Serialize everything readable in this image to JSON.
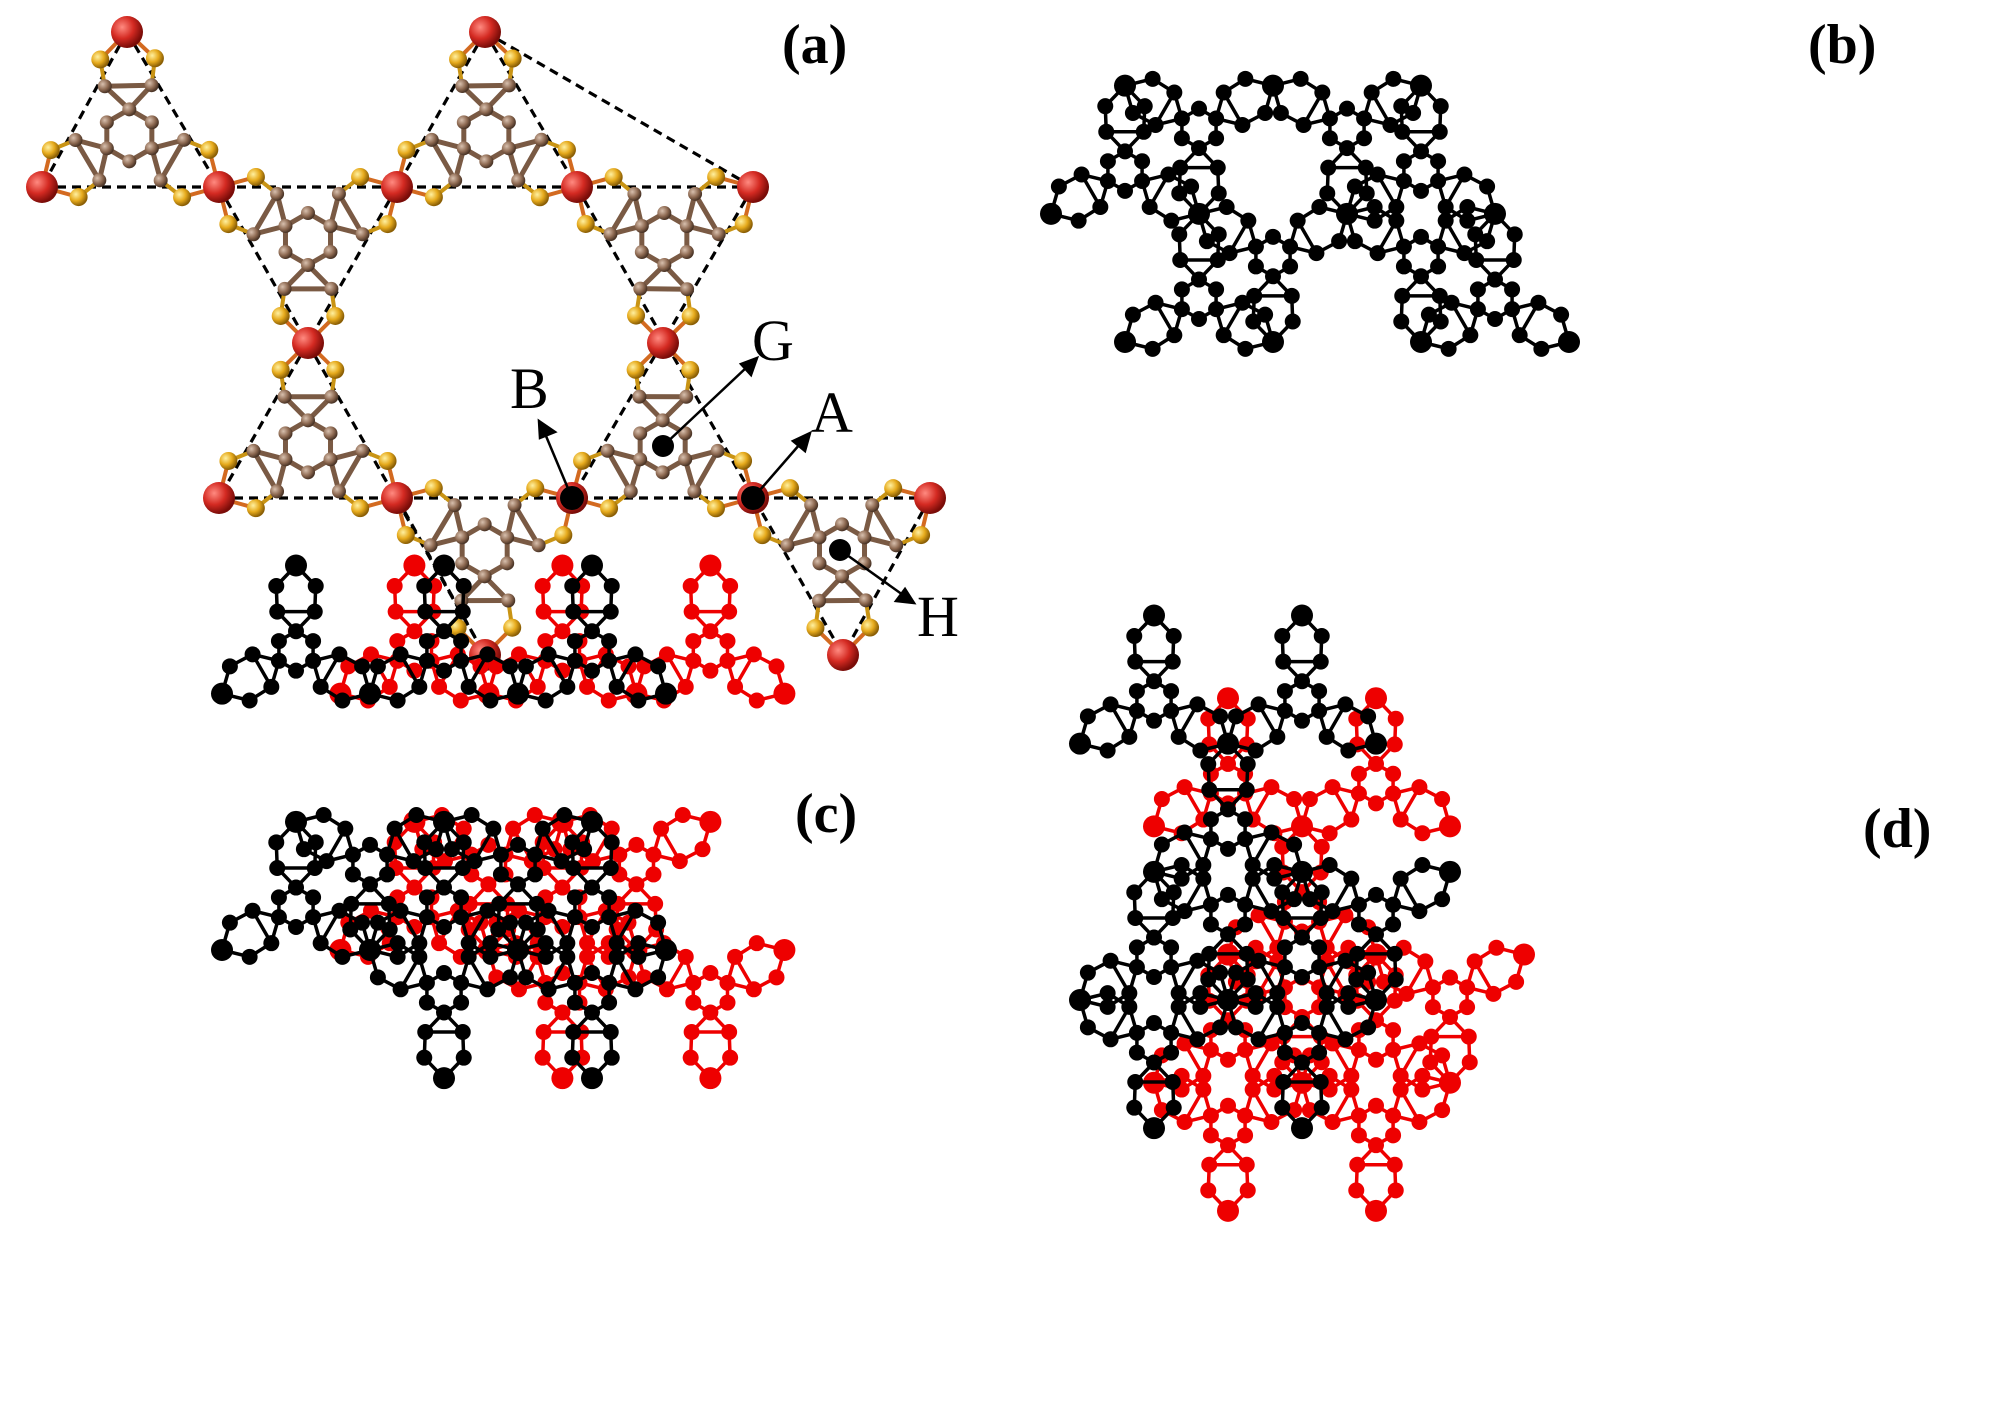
{
  "panels": [
    {
      "id": "a",
      "label": "(a)",
      "style": "atomic"
    },
    {
      "id": "b",
      "label": "(b)",
      "style": "single"
    },
    {
      "id": "c",
      "label": "(c)",
      "style": "stacked-shift-x"
    },
    {
      "id": "d",
      "label": "(d)",
      "style": "stacked-shift-diag"
    }
  ],
  "site_labels": {
    "A": "A",
    "B": "B",
    "G": "G",
    "H": "H"
  },
  "colors": {
    "metal": "#c8201d",
    "sulfur": "#e5a81a",
    "carbon": "#8e6a52",
    "bond_black": "#000000",
    "layer_red": "#ee0000",
    "dash": "#000000"
  }
}
